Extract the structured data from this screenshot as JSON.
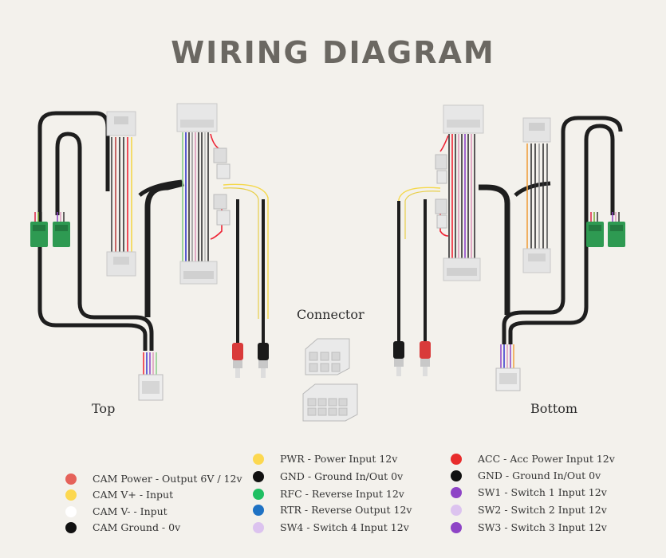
{
  "title": "WIRING DIAGRAM",
  "labels": {
    "connector": "Connector",
    "top": "Top",
    "bottom": "Bottom"
  },
  "legend": {
    "col1": [
      {
        "text": "CAM Power - Output 6V / 12v",
        "color": "#e5625a"
      },
      {
        "text": "CAM V+ - Input",
        "color": "#fcd850"
      },
      {
        "text": "CAM V- - Input",
        "color": "#ffffff"
      },
      {
        "text": "CAM Ground - 0v",
        "color": "#111111"
      }
    ],
    "col2": [
      {
        "text": "PWR - Power Input 12v",
        "color": "#fcd850"
      },
      {
        "text": "GND - Ground In/Out 0v",
        "color": "#111111"
      },
      {
        "text": "RFC - Reverse Input 12v",
        "color": "#1fbf62"
      },
      {
        "text": "RTR - Reverse Output 12v",
        "color": "#1f72c4"
      },
      {
        "text": "SW4 - Switch 4 Input 12v",
        "color": "#dcc3ef"
      }
    ],
    "col3": [
      {
        "text": "ACC - Acc Power Input 12v",
        "color": "#e82c2c"
      },
      {
        "text": "GND - Ground In/Out 0v",
        "color": "#111111"
      },
      {
        "text": "SW1 - Switch 1 Input 12v",
        "color": "#8e44c6"
      },
      {
        "text": "SW2 - Switch 2  Input 12v",
        "color": "#dcc3ef"
      },
      {
        "text": "SW3 - Switch 3 Input 12v",
        "color": "#8e44c6"
      }
    ]
  }
}
